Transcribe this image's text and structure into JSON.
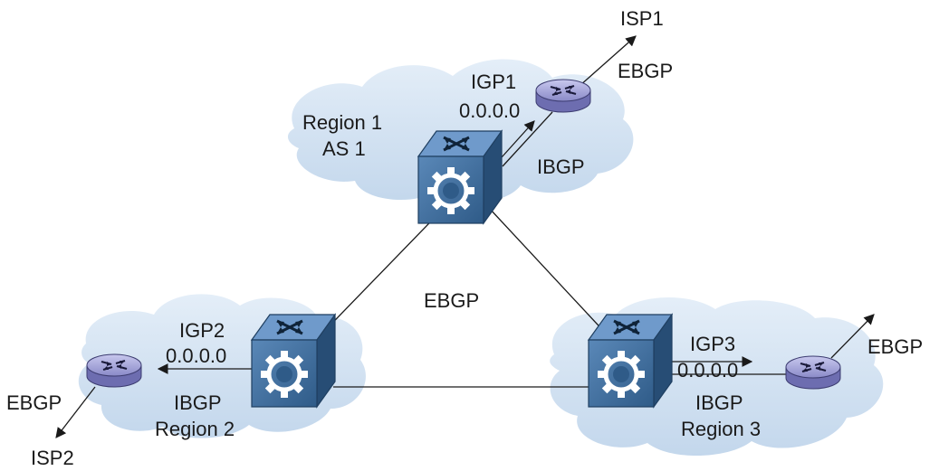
{
  "regions": {
    "region1": {
      "name": "Region 1",
      "as": "AS 1",
      "igp": "IGP1",
      "igp_addr": "0.0.0.0",
      "ibgp": "IBGP"
    },
    "region2": {
      "name": "Region 2",
      "igp": "IGP2",
      "igp_addr": "0.0.0.0",
      "ibgp": "IBGP"
    },
    "region3": {
      "name": "Region 3",
      "igp": "IGP3",
      "igp_addr": "0.0.0.0",
      "ibgp": "IBGP"
    }
  },
  "external": {
    "isp1": "ISP1",
    "isp2": "ISP2",
    "ebgp_isp1": "EBGP",
    "ebgp_isp2": "EBGP",
    "ebgp_region3": "EBGP",
    "ebgp_core": "EBGP"
  },
  "colors": {
    "cloud": "#c9dcef",
    "switch": "#3e6d9c",
    "router": "#8c8cc8",
    "line": "#1a1a1a"
  }
}
